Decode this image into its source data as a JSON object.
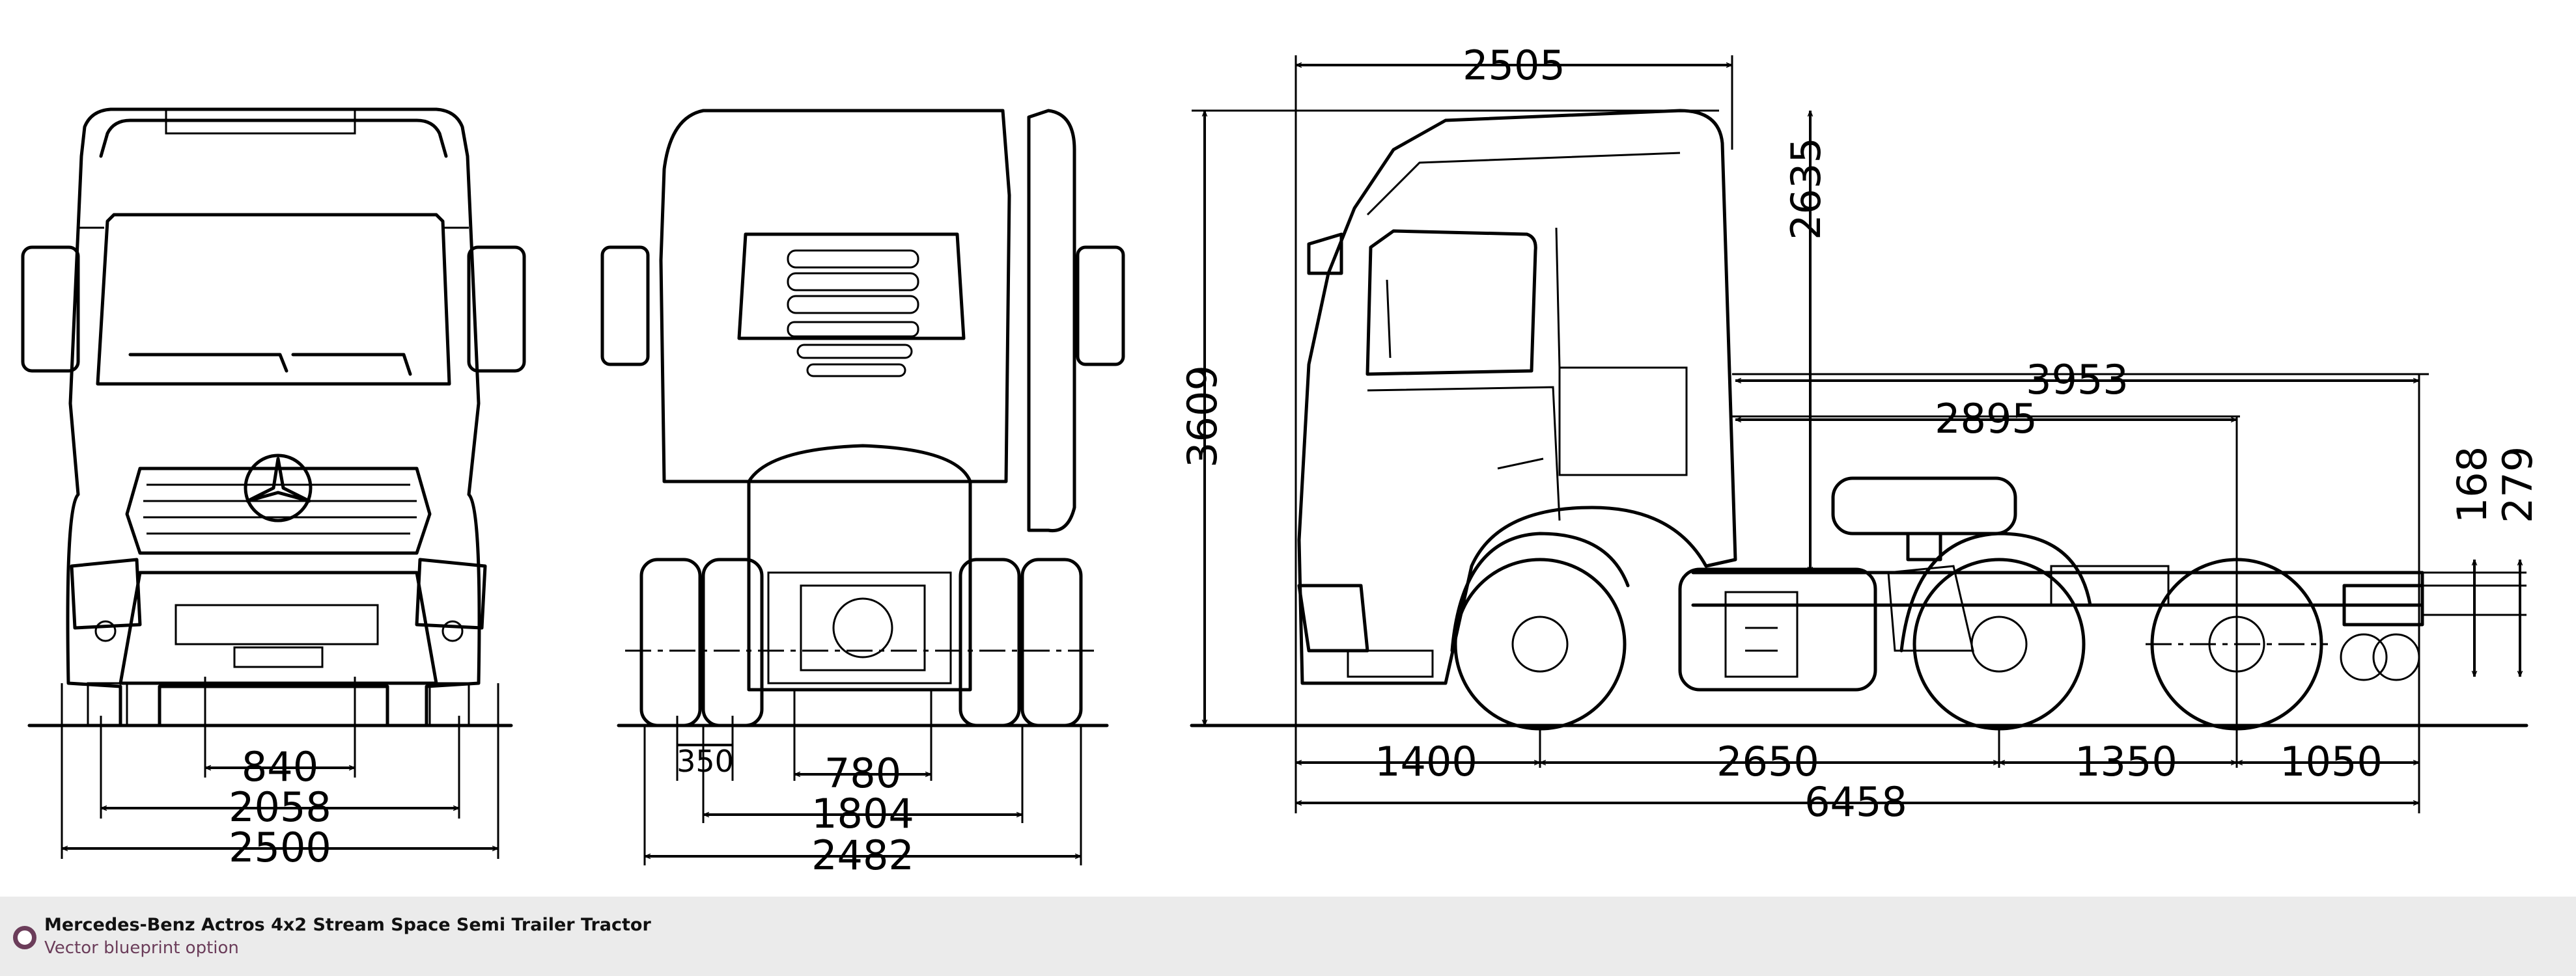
{
  "caption": {
    "title": "Mercedes-Benz Actros 4x2 Stream Space Semi Trailer Tractor",
    "subtitle": "Vector blueprint option",
    "icon": "circle-bullet-icon",
    "accent": "#6b3d5a"
  },
  "front_view": {
    "d840": "840",
    "d2058": "2058",
    "d2500": "2500"
  },
  "rear_view": {
    "d350": "350",
    "d780": "780",
    "d1804": "1804",
    "d2482": "2482"
  },
  "side_view": {
    "d2505": "2505",
    "d2635": "2635",
    "d3609": "3609",
    "d3953": "3953",
    "d2895": "2895",
    "d168": "168",
    "d279": "279",
    "d1400": "1400",
    "d2650": "2650",
    "d1350": "1350",
    "d1050": "1050",
    "d6458": "6458"
  }
}
